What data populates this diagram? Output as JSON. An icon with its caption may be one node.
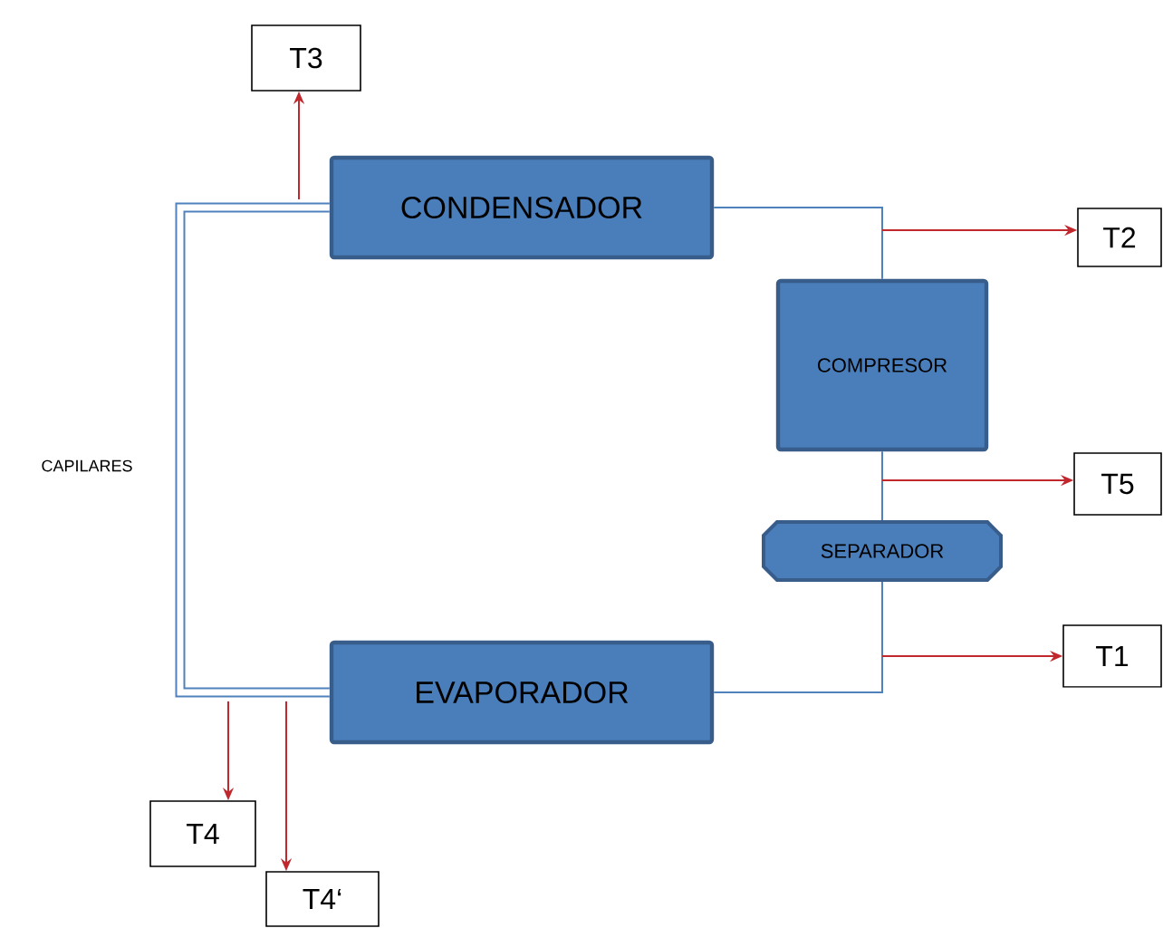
{
  "diagram": {
    "nodes": [
      {
        "text": [
          "CONDENSADOR"
        ]
      },
      {
        "text": [
          "COMPRESOR"
        ]
      },
      {
        "text": [
          "SEPARADOR"
        ]
      },
      {
        "text": [
          "EVAPORADOR"
        ]
      },
      {
        "text": [
          "T3"
        ]
      },
      {
        "text": [
          "T2"
        ]
      },
      {
        "text": [
          "T5"
        ]
      },
      {
        "text": [
          "T1"
        ]
      },
      {
        "text": [
          "T4"
        ]
      },
      {
        "text": [
          "T4‘"
        ]
      }
    ],
    "edges": [
      {
        "from": 0,
        "to": 1,
        "arrow": "none",
        "color": "#4f81bd"
      },
      {
        "from": 1,
        "to": 2,
        "arrow": "none",
        "color": "#4f81bd"
      },
      {
        "from": 2,
        "to": 3,
        "arrow": "none",
        "color": "#4f81bd"
      },
      {
        "from": 0,
        "to": 3,
        "arrow": "none",
        "style": "thick",
        "color": "#4f81bd"
      },
      {
        "from": null,
        "to": 4,
        "arrow": "to",
        "color": "#c0282d"
      },
      {
        "from": null,
        "to": 5,
        "arrow": "to",
        "color": "#c0282d"
      },
      {
        "from": null,
        "to": 6,
        "arrow": "to",
        "color": "#c0282d"
      },
      {
        "from": null,
        "to": 7,
        "arrow": "to",
        "color": "#c0282d"
      },
      {
        "from": null,
        "to": 8,
        "arrow": "to",
        "color": "#c0282d"
      },
      {
        "from": null,
        "to": 9,
        "arrow": "to",
        "color": "#c0282d"
      }
    ],
    "labels": [
      "CAPILARES"
    ]
  }
}
